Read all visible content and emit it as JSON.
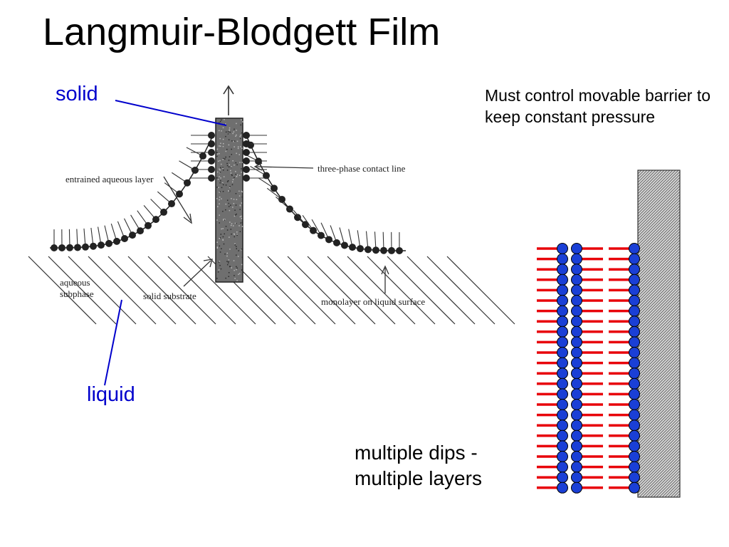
{
  "title": "Langmuir-Blodgett Film",
  "labels": {
    "solid": "solid",
    "liquid": "liquid"
  },
  "note": "Must control movable barrier to keep constant pressure",
  "caption": {
    "line1": "multiple dips -",
    "line2": "multiple layers"
  },
  "figure": {
    "entrained_aqueous_layer": "entrained aqueous layer",
    "three_phase_contact_line": "three-phase contact line",
    "aqueous_subphase_line1": "aqueous",
    "aqueous_subphase_line2": "subphase",
    "solid_substrate": "solid substrate",
    "monolayer_on_liquid_surface": "monolayer on liquid surface"
  },
  "colors": {
    "label_blue": "#0000cc",
    "head_blue": "#1a3fd6",
    "tail_red": "#e8000a",
    "substrate_gray": "#a8a8a8"
  }
}
